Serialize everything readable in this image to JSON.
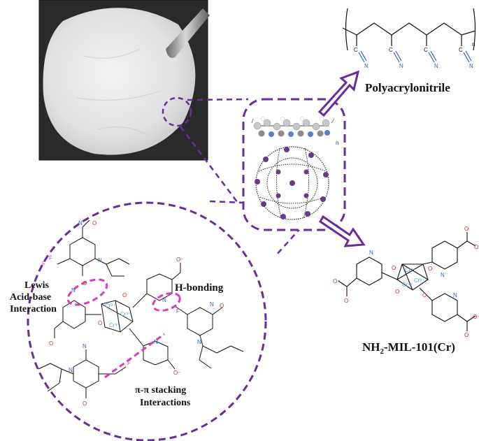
{
  "labels": {
    "polymer_name": "Polyacrylonitrile",
    "mof_prefix": "NH",
    "mof_sub": "2",
    "mof_suffix": "-MIL-101(Cr)",
    "lewis_line1": "Lewis",
    "lewis_line2": "Acid-base",
    "lewis_line3": "Interaction",
    "hbond": "H-bonding",
    "pipi_line1": "π-π stacking",
    "pipi_line2": "Interactions"
  },
  "atoms": {
    "N": "N",
    "C": "C",
    "O": "O",
    "Ominus": "O⁻",
    "F": "F",
    "Cr": "Cr",
    "Cr3": "Cr³⁺",
    "NO": "N",
    "n": "n"
  },
  "colors": {
    "accent_purple": "#6a2c9a",
    "magenta": "#d63cc0",
    "nitrogen_blue": "#2f5fbf",
    "oxygen_red": "#d42a2a",
    "fluorine_magenta": "#c23fc2",
    "chromium_cyan": "#58a8c8"
  }
}
